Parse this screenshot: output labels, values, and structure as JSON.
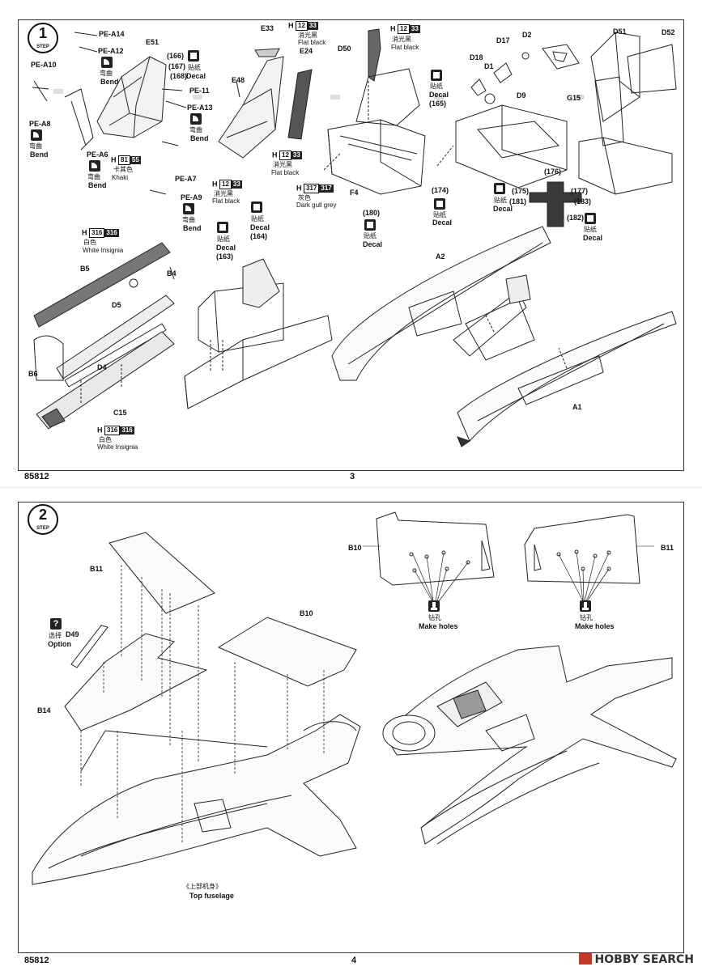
{
  "p3": {
    "step": "1",
    "step_word": "STEP",
    "labels": {
      "pe_a14": "PE-A14",
      "pe_a12": "PE-A12",
      "bend_cn_1": "弯曲",
      "bend_1": "Bend",
      "e51": "E51",
      "n166": "(166)",
      "n167": "(167)",
      "n168": "(168)",
      "decal_cn_1": "贴纸",
      "decal_1": "Decal",
      "pe_a10": "PE-A10",
      "pe_11": "PE-11",
      "pe_a13": "PE-A13",
      "bend_cn_2": "弯曲",
      "bend_2": "Bend",
      "pe_a8": "PE-A8",
      "bend_cn_3": "弯曲",
      "bend_3": "Bend",
      "pe_a6": "PE-A6",
      "bend_cn_4": "弯曲",
      "bend_4": "Bend",
      "h81": "H",
      "h81_a": "81",
      "h81_b": "55",
      "khaki_cn": "卡其色",
      "khaki": "Khaki",
      "pe_a7": "PE-A7",
      "pe_a9": "PE-A9",
      "bend_cn_5": "弯曲",
      "bend_5": "Bend",
      "e33": "E33",
      "h12_1": "H",
      "h12_1_a": "12",
      "h12_1_b": "33",
      "fb_cn_1": "消光黑",
      "fb_1": "Flat black",
      "e24": "E24",
      "e48": "E48",
      "h12_2": "H",
      "h12_2_a": "12",
      "h12_2_b": "33",
      "fb_cn_2": "消光黑",
      "fb_2": "Flat black",
      "h12_3": "H",
      "h12_3_a": "12",
      "h12_3_b": "33",
      "fb_cn_3": "消光黑",
      "fb_3": "Flat black",
      "d50": "D50",
      "h12_4": "H",
      "h12_4_a": "12",
      "h12_4_b": "33",
      "fb_cn_4": "消光黑",
      "fb_4": "Flat black",
      "decal_cn_2": "贴纸",
      "decal_2": "Decal",
      "n165": "(165)",
      "h317": "H",
      "h317_a": "317",
      "h317_b": "317",
      "dgg_cn": "灰色",
      "dgg": "Dark gull grey",
      "f4": "F4",
      "n174": "(174)",
      "decal_cn_3": "贴纸",
      "decal_3": "Decal",
      "n180": "(180)",
      "decal_cn_4": "贴纸",
      "decal_4": "Decal",
      "d17": "D17",
      "d2": "D2",
      "d18": "D18",
      "d1": "D1",
      "d9": "D9",
      "d51": "D51",
      "d52": "D52",
      "g15": "G15",
      "n176": "(176)",
      "n175": "(175)",
      "n177": "(177)",
      "n181": "(181)",
      "n183": "(183)",
      "n182": "(182)",
      "decal_cn_5": "贴纸",
      "decal_5": "Decal",
      "decal_cn_6": "贴纸",
      "decal_6": "Decal",
      "h316_1": "H",
      "h316_1_a": "316",
      "h316_1_b": "316",
      "wi_cn_1": "白色",
      "wi_1": "White Insignia",
      "b5": "B5",
      "b4": "B4",
      "d5": "D5",
      "b6": "B6",
      "d4": "D4",
      "c15": "C15",
      "h316_2": "H",
      "h316_2_a": "316",
      "h316_2_b": "316",
      "wi_cn_2": "白色",
      "wi_2": "White Insignia",
      "decal_cn_7": "贴纸",
      "decal_7": "Decal",
      "n164": "(164)",
      "decal_cn_8": "贴纸",
      "decal_8": "Decal",
      "n163": "(163)",
      "a2": "A2",
      "a1": "A1"
    },
    "code": "85812",
    "number": "3"
  },
  "p4": {
    "step": "2",
    "step_word": "STEP",
    "labels": {
      "b11_l": "B11",
      "b10_tl": "B10",
      "b11_tr": "B11",
      "drill_cn_1": "钻孔",
      "drill_1": "Make holes",
      "drill_cn_2": "钻孔",
      "drill_2": "Make holes",
      "b10": "B10",
      "d49": "D49",
      "opt_cn": "选择",
      "opt": "Option",
      "b14": "B14",
      "top_cn": "《上部机身》",
      "top": "Top fuselage"
    },
    "code": "85812",
    "number": "4"
  },
  "watermark": "HOBBY SEARCH"
}
